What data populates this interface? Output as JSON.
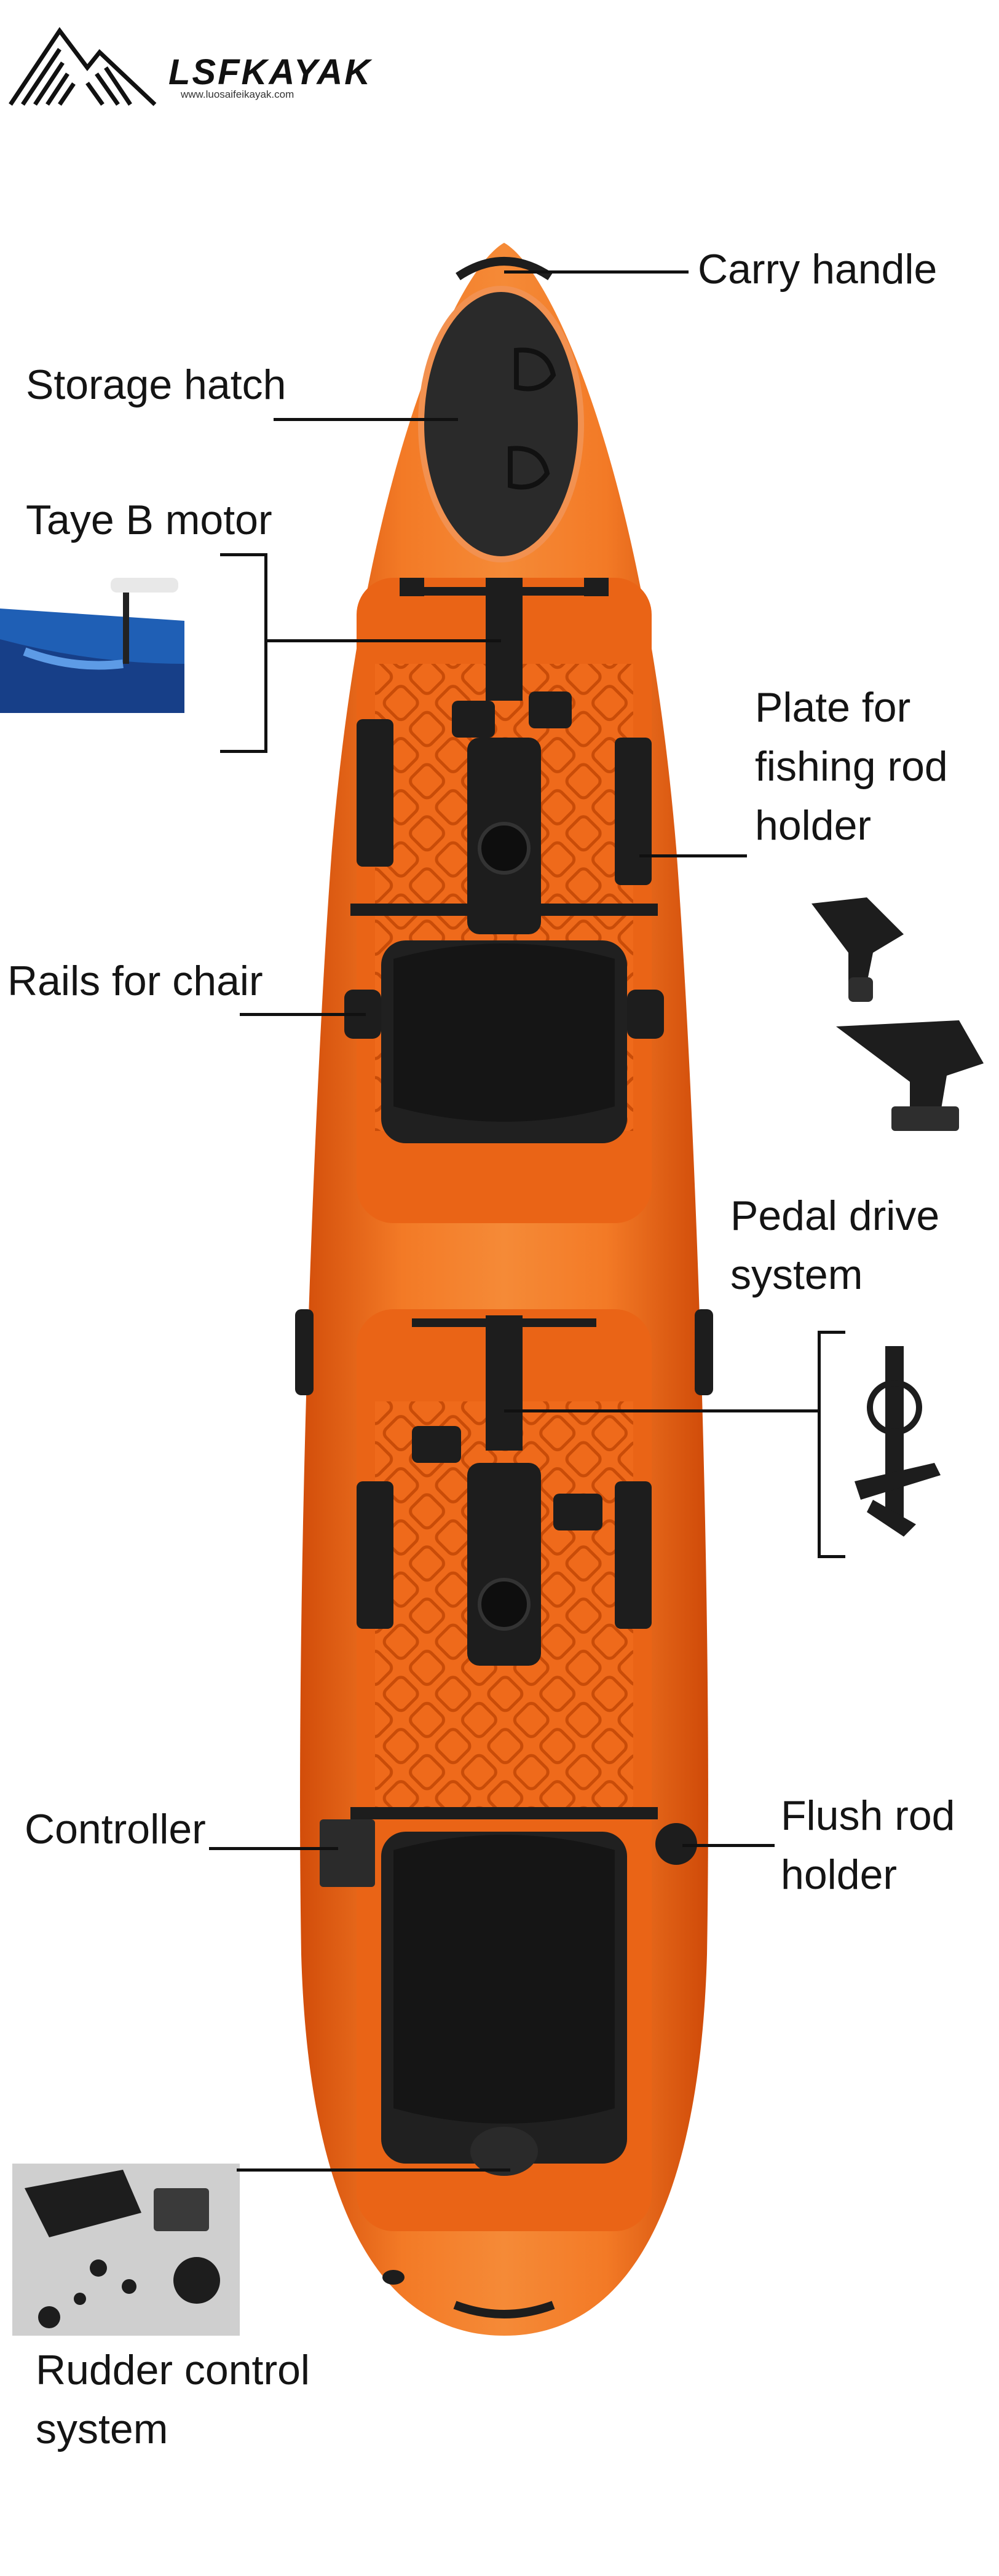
{
  "brand": {
    "name": "LSFKAYAK",
    "url": "www.luosaifeikayak.com"
  },
  "labels": {
    "carry_handle": "Carry handle",
    "storage_hatch": "Storage hatch",
    "motor": "Taye B motor",
    "plate_line1": "Plate for",
    "plate_line2": "fishing rod",
    "plate_line3": "holder",
    "rails": "Rails for chair",
    "pedal_line1": "Pedal drive",
    "pedal_line2": "system",
    "controller": "Controller",
    "flush_line1": "Flush rod",
    "flush_line2": "holder",
    "rudder_line1": "Rudder control",
    "rudder_line2": "system"
  },
  "colors": {
    "hull": "#f06a18",
    "hull_dark": "#d9520c",
    "hardware": "#1d1d1d",
    "motor_inset": "#1f5fb5"
  },
  "icons": [
    "mountain-logo-icon",
    "kayak-illustration",
    "motor-inset-image",
    "rod-holder-inset-image",
    "pedal-drive-inset-image",
    "rudder-kit-inset-image"
  ]
}
